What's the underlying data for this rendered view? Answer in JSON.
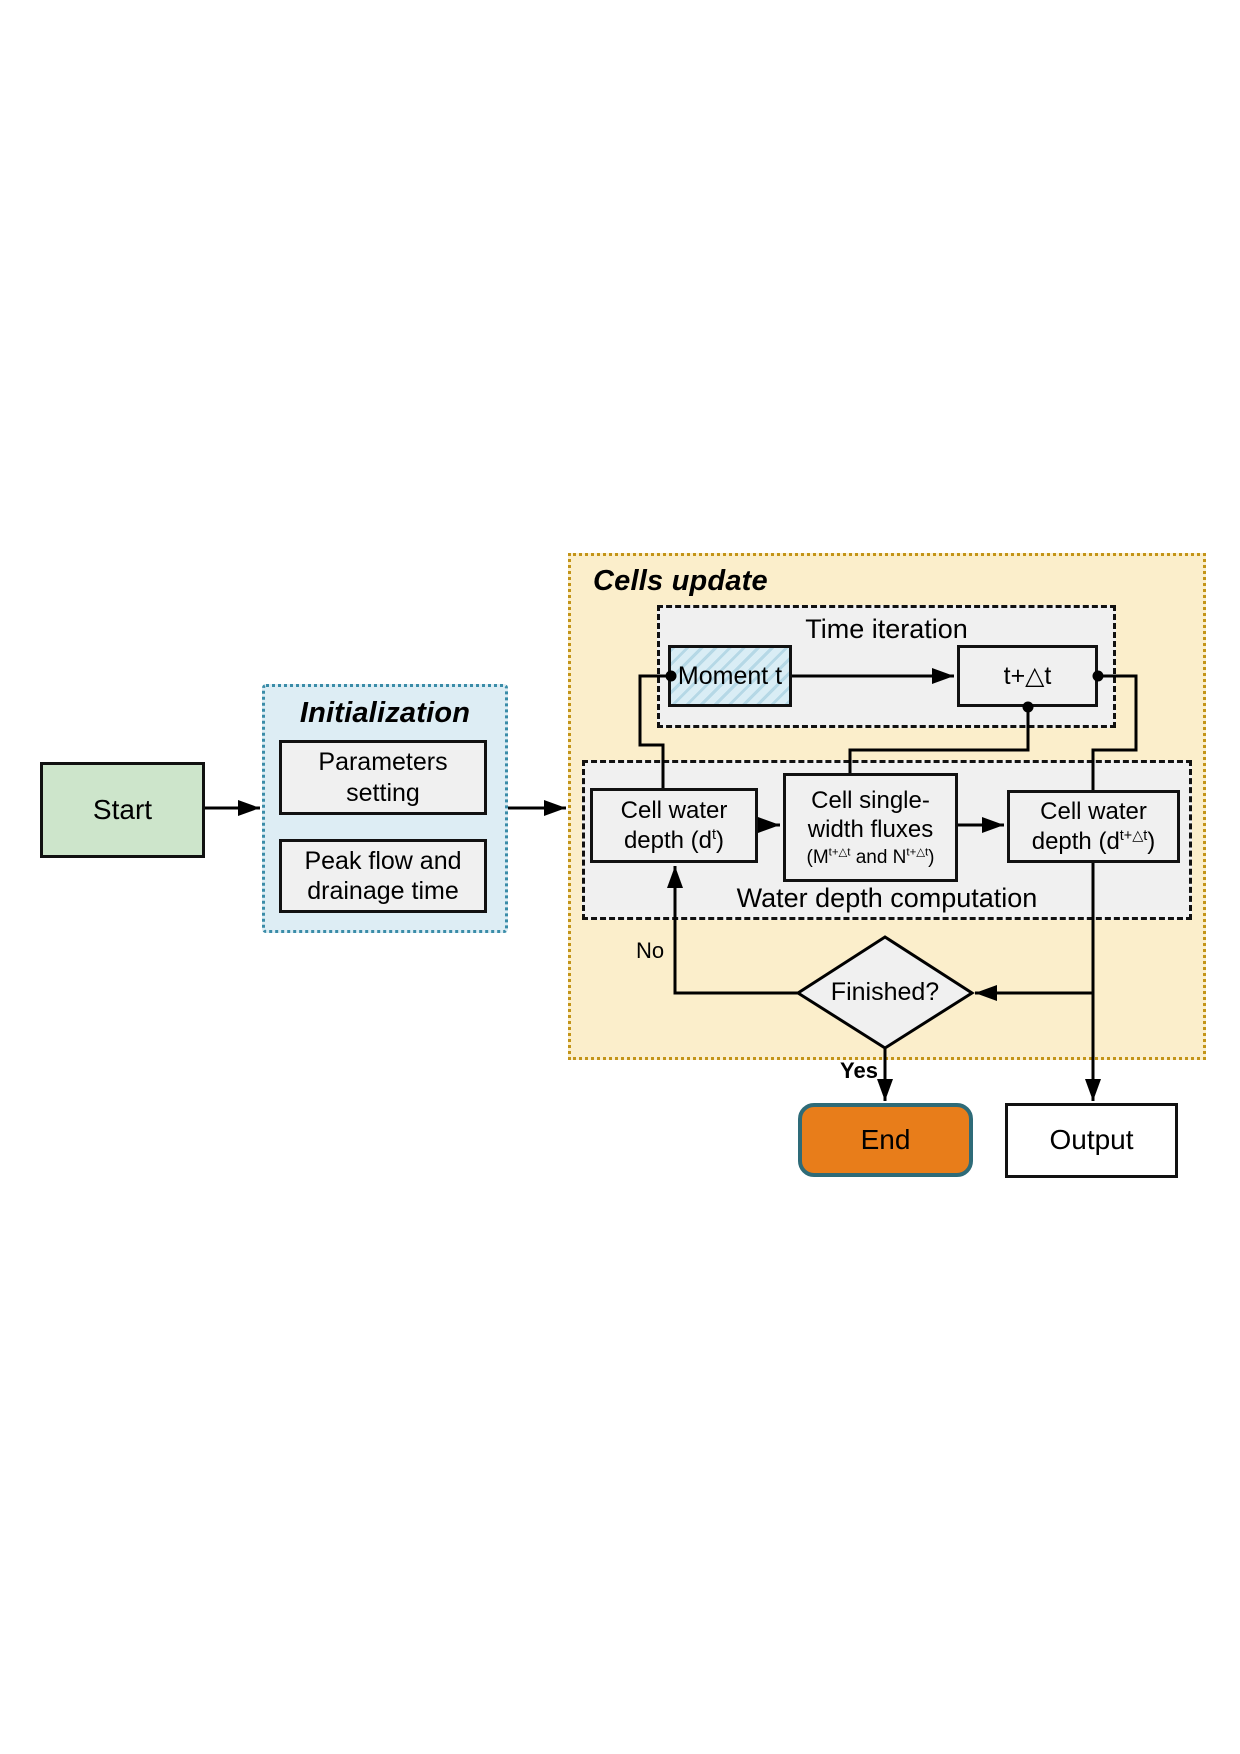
{
  "colors": {
    "panel_init": "#ddedf4",
    "panel_init_border": "#3a8ca8",
    "panel_cells": "#fbeecb",
    "panel_cells_border": "#c39418",
    "box_gray": "#f0f0f0",
    "start_fill": "#cde5cb",
    "end_fill": "#e87d1a",
    "end_border": "#2e6b78",
    "hatch_base": "#d9edf5",
    "hatch_stripe": "#b5d8e6"
  },
  "nodes": {
    "start": {
      "label": "Start"
    },
    "initialization": {
      "title": "Initialization",
      "params": {
        "line1": "Parameters",
        "line2": "setting"
      },
      "peak": {
        "line1": "Peak flow and",
        "line2": "drainage time"
      }
    },
    "cells_update": {
      "title": "Cells update"
    },
    "time_iteration": {
      "title": "Time iteration",
      "moment": "Moment t",
      "t_next": "t+△t"
    },
    "water_depth": {
      "title": "Water depth computation",
      "cell_dt": {
        "line1": "Cell water",
        "pre": "depth (d",
        "sup": "t",
        "post": ")"
      },
      "flux": {
        "line1": "Cell single-",
        "line2": "width fluxes",
        "sub": {
          "open": "(M",
          "sup1": "t+△t",
          "mid": " and N",
          "sup2": "t+△t",
          "close": ")"
        }
      },
      "cell_dt2": {
        "line1": "Cell water",
        "pre": "depth (d",
        "sup": "t+△t",
        "post": ")"
      }
    },
    "finished": {
      "label": "Finished?"
    },
    "end": {
      "label": "End"
    },
    "output": {
      "label": "Output"
    }
  },
  "edges": {
    "no": "No",
    "yes": "Yes"
  }
}
